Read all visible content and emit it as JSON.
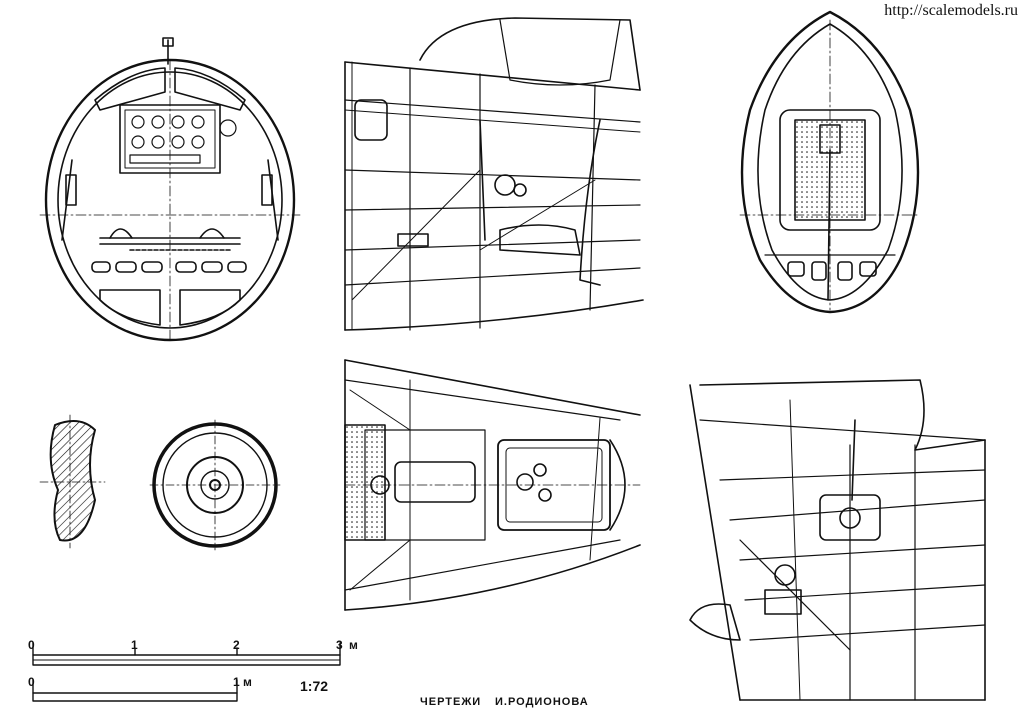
{
  "watermark": "http://scalemodels.ru",
  "scale": {
    "ticks": [
      "0",
      "1",
      "2",
      "3"
    ],
    "unit": "м",
    "lower_ticks": [
      "0",
      "1"
    ],
    "lower_unit": "м",
    "ratio": "1:72"
  },
  "credit": {
    "left": "ЧЕРТЕЖИ",
    "right": "И.РОДИОНОВА"
  }
}
